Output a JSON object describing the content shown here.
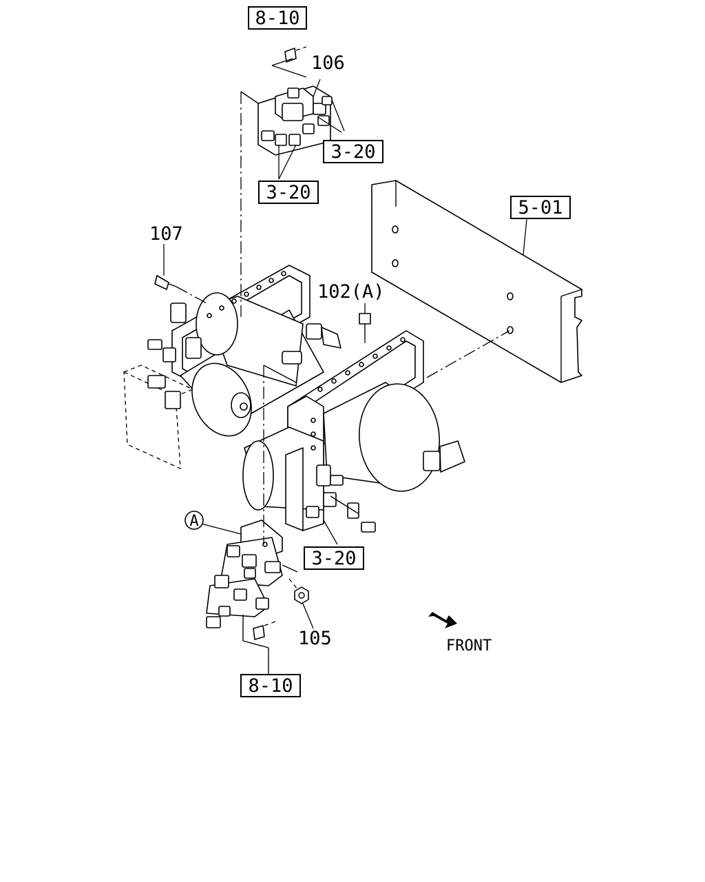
{
  "diagram": {
    "references": {
      "ref_8_10_top": "8-10",
      "ref_3_20_upper": "3-20",
      "ref_3_20_middle": "3-20",
      "ref_5_01": "5-01",
      "ref_3_20_lower": "3-20",
      "ref_8_10_bottom": "8-10"
    },
    "part_numbers": {
      "p106": "106",
      "p107": "107",
      "p102a": "102(A)",
      "p105": "105"
    },
    "callout_a": "A",
    "front_label": "FRONT"
  }
}
